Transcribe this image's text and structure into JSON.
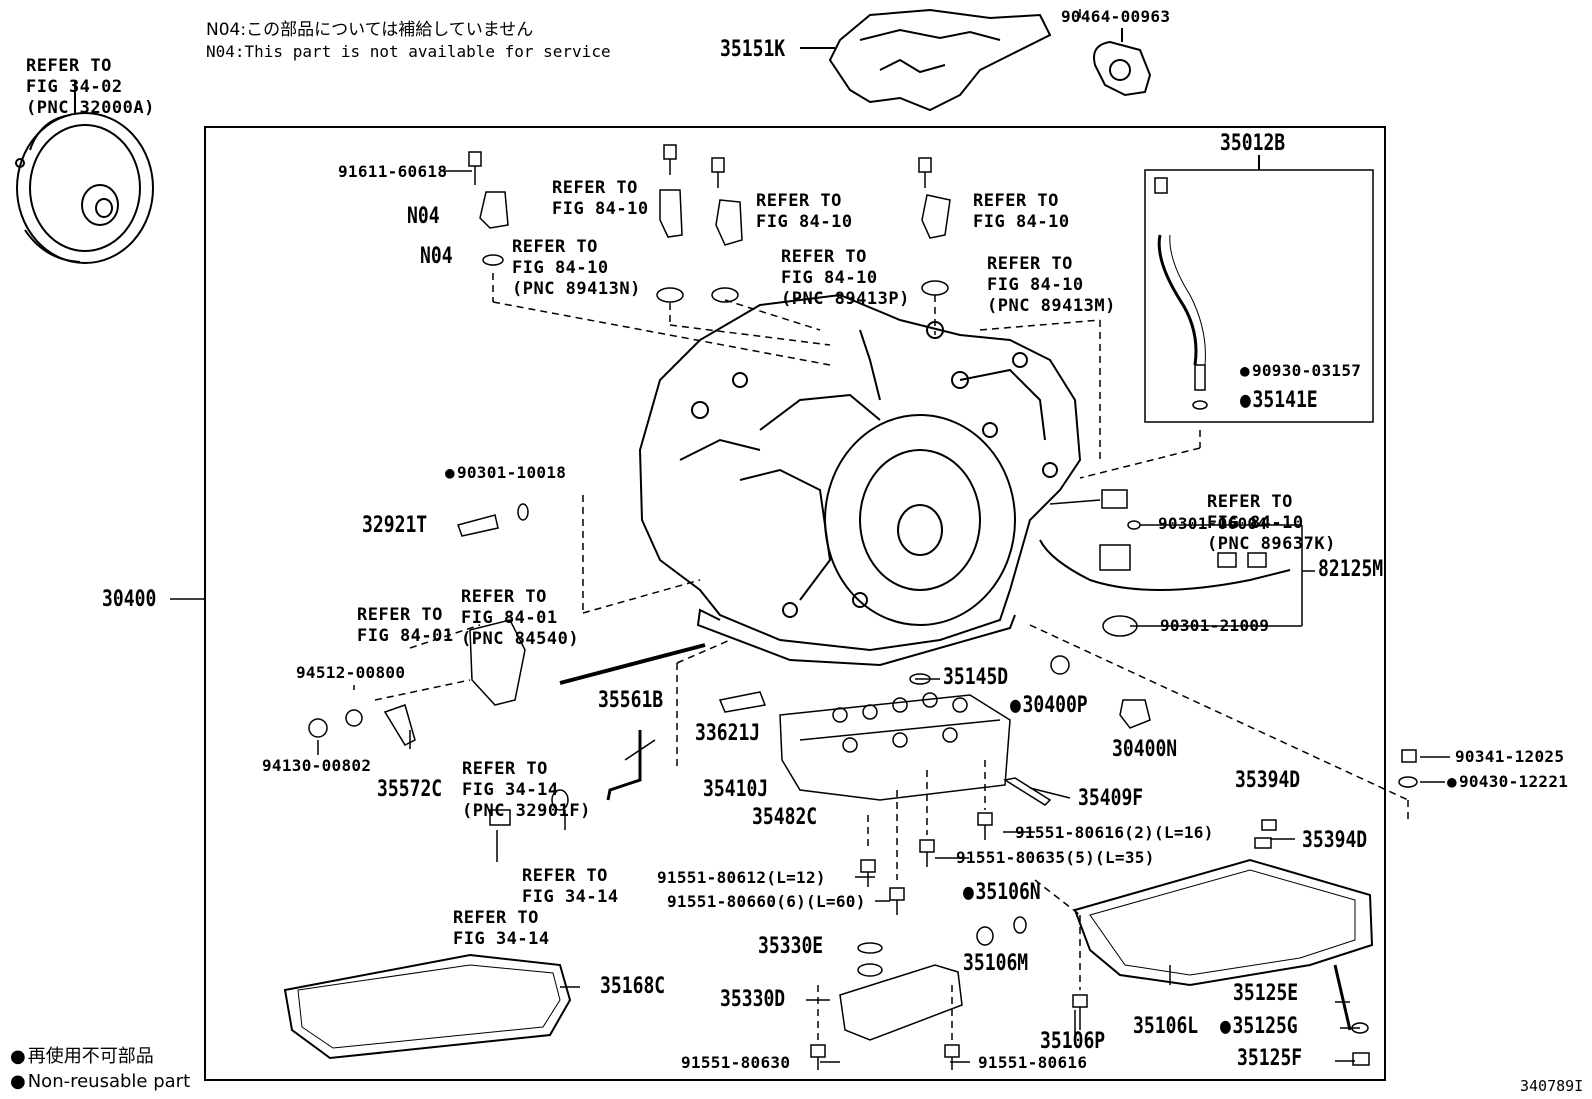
{
  "notes": {
    "jp": "N04:この部品については補給していません",
    "en": "N04:This part is not available for service"
  },
  "refs": {
    "r3402": [
      "REFER TO",
      "FIG 34-02",
      "(PNC 32000A)"
    ],
    "r8410_n": [
      "REFER TO",
      "FIG 84-10",
      "(PNC 89413N)"
    ],
    "r8410_a": [
      "REFER TO",
      "FIG 84-10"
    ],
    "r8410_b": [
      "REFER TO",
      "FIG 84-10"
    ],
    "r8410_c": [
      "REFER TO",
      "FIG 84-10"
    ],
    "r8410_p": [
      "REFER TO",
      "FIG 84-10",
      "(PNC 89413P)"
    ],
    "r8410_m": [
      "REFER TO",
      "FIG 84-10",
      "(PNC 89413M)"
    ],
    "r8410_k": [
      "REFER TO",
      "FIG 84-10",
      "(PNC 89637K)"
    ],
    "r8401_a": [
      "REFER TO",
      "FIG 84-01"
    ],
    "r8401_b": [
      "REFER TO",
      "FIG 84-01",
      "(PNC 84540)"
    ],
    "r3414_f": [
      "REFER TO",
      "FIG 34-14",
      "(PNC 32901F)"
    ],
    "r3414_a": [
      "REFER TO",
      "FIG 34-14"
    ],
    "r3414_b": [
      "REFER TO",
      "FIG 34-14"
    ]
  },
  "parts": {
    "p35151K": "35151K",
    "p90464": "90464-00963",
    "p91611": "91611-60618",
    "n04a": "N04",
    "n04b": "N04",
    "p35012B": "35012B",
    "p90930": "90930-03157",
    "p35141E": "35141E",
    "p90301_10018": "90301-10018",
    "p32921T": "32921T",
    "p30400": "30400",
    "p90301_06004": "90301-06004",
    "p82125M": "82125M",
    "p90301_21009": "90301-21009",
    "p94512": "94512-00800",
    "p35561B": "35561B",
    "p35145D": "35145D",
    "p30400P": "30400P",
    "p30400N": "30400N",
    "p33621J": "33621J",
    "p94130": "94130-00802",
    "p35572C": "35572C",
    "p35410J": "35410J",
    "p35409F": "35409F",
    "p35482C": "35482C",
    "p90341": "90341-12025",
    "p90430": "90430-12221",
    "p35394D_a": "35394D",
    "p35394D_b": "35394D",
    "p91551_80616_2": "91551-80616(2)(L=16)",
    "p91551_80635": "91551-80635(5)(L=35)",
    "p91551_80612": "91551-80612(L=12)",
    "p91551_80660": "91551-80660(6)(L=60)",
    "p35106N": "35106N",
    "p35106M": "35106M",
    "p35330E": "35330E",
    "p35168C": "35168C",
    "p35330D": "35330D",
    "p35125E": "35125E",
    "p35106L": "35106L",
    "p35106P": "35106P",
    "p35125G": "35125G",
    "p35125F": "35125F",
    "p91551_80630": "91551-80630",
    "p91551_80616": "91551-80616"
  },
  "legend": {
    "jp": "再使用不可部品",
    "en": "Non-reusable part"
  },
  "figure_id": "340789I"
}
